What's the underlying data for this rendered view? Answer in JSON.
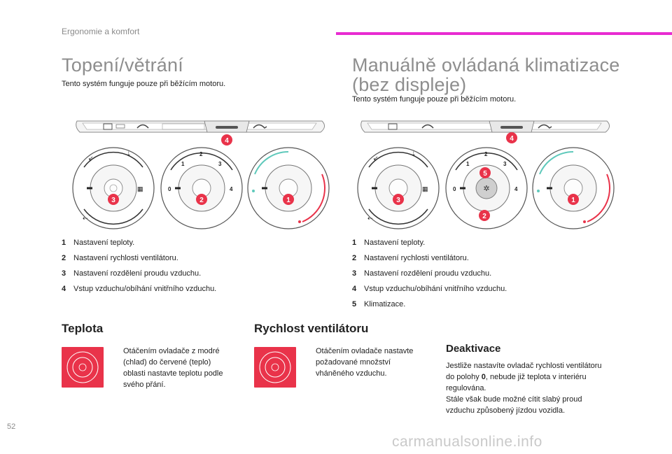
{
  "header": {
    "section": "Ergonomie a komfort"
  },
  "page_number": "52",
  "watermark": "carmanualsonline.info",
  "accent_color": "#e82bd1",
  "badge_color": "#e9334a",
  "left": {
    "title": "Topení/větrání",
    "intro": "Tento systém funguje pouze při běžícím motoru.",
    "items": [
      {
        "num": "1",
        "text": "Nastavení teploty."
      },
      {
        "num": "2",
        "text": "Nastavení rychlosti ventilátoru."
      },
      {
        "num": "3",
        "text": "Nastavení rozdělení proudu vzduchu."
      },
      {
        "num": "4",
        "text": "Vstup vzduchu/obíhání vnitřního vzduchu."
      }
    ],
    "diagram": {
      "badges": [
        "4",
        "3",
        "2",
        "1"
      ],
      "fan_scale": [
        "1",
        "2",
        "3",
        "0",
        "4"
      ]
    }
  },
  "right": {
    "title_line1": "Manuálně ovládaná klimatizace",
    "title_line2": "(bez displeje)",
    "intro": "Tento systém funguje pouze při běžícím motoru.",
    "items": [
      {
        "num": "1",
        "text": "Nastavení teploty."
      },
      {
        "num": "2",
        "text": "Nastavení rychlosti ventilátoru."
      },
      {
        "num": "3",
        "text": "Nastavení rozdělení proudu vzduchu."
      },
      {
        "num": "4",
        "text": "Vstup vzduchu/obíhání vnitřního vzduchu."
      },
      {
        "num": "5",
        "text": "Klimatizace."
      }
    ],
    "diagram": {
      "badges": [
        "4",
        "5",
        "3",
        "2",
        "1"
      ],
      "fan_scale": [
        "1",
        "2",
        "3",
        "0",
        "4"
      ]
    }
  },
  "teplota": {
    "heading": "Teplota",
    "bullet": "",
    "lines": [
      "Otáčením ovladače z modré",
      "(chlad) do červené (teplo)",
      "oblasti nastavte teplotu podle",
      "svého přání."
    ]
  },
  "rychlost": {
    "heading": "Rychlost ventilátoru",
    "bullet": "",
    "lines": [
      "Otáčením ovladače nastavte",
      "požadované množství",
      "vháněného vzduchu."
    ]
  },
  "deaktivace": {
    "heading": "Deaktivace",
    "line1_before": "Jestliže nastavíte ovladač rychlosti ventilátoru",
    "line2_pre": "do polohy ",
    "line2_bold": "0",
    "line2_post": ", nebude již teplota v interiéru",
    "line3": "regulována.",
    "line4": "Stále však bude možné cítit slabý proud",
    "line5": "vzduchu způsobený jízdou vozidla."
  }
}
